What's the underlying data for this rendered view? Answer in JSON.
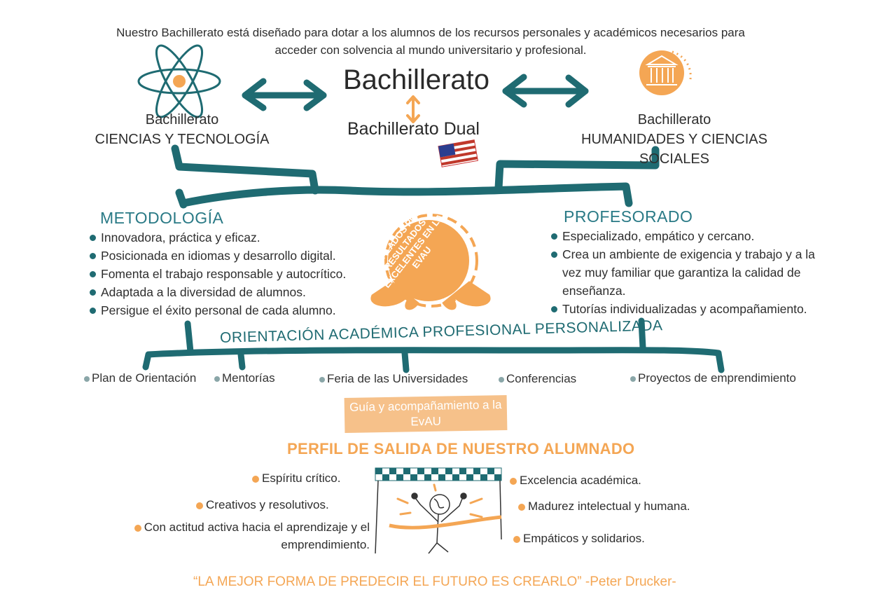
{
  "intro": "Nuestro Bachillerato está diseñado para dotar a los alumnos de los recursos personales y académicos necesarios para acceder con solvencia al mundo universitario y profesional.",
  "center": {
    "title": "Bachillerato",
    "dual": "Bachillerato Dual"
  },
  "left_branch": {
    "line1": "Bachillerato",
    "line2": "CIENCIAS Y TECNOLOGÍA"
  },
  "right_branch": {
    "line1": "Bachillerato",
    "line2": "HUMANIDADES Y CIENCIAS SOCIALES"
  },
  "metodologia": {
    "heading": "METODOLOGÍA",
    "items": [
      "Innovadora, práctica y eficaz.",
      "Posicionada en idiomas y desarrollo digital.",
      "Fomenta el trabajo responsable y autocrítico.",
      "Adaptada a la diversidad de alumnos.",
      "Persigue el éxito personal de cada alumno."
    ]
  },
  "badge": "AVALADOS POR RESULTADOS EXCELENTES EN LA EVAU",
  "profesorado": {
    "heading": "PROFESORADO",
    "items": [
      "Especializado, empático y cercano.",
      "Crea un ambiente de exigencia y trabajo y a la vez muy familiar que garantiza la calidad de enseñanza.",
      "Tutorías individualizadas y acompañamiento."
    ]
  },
  "orientacion": {
    "heading": "ORIENTACIÓN ACADÉMICA PROFESIONAL PERSONALIZADA",
    "items": [
      "Plan de Orientación",
      "Mentorías",
      "Feria de las Universidades",
      "Conferencias",
      "Proyectos de emprendimiento"
    ]
  },
  "guide": "Guía y acompañamiento a la EvAU",
  "perfil": {
    "heading": "PERFIL DE SALIDA DE NUESTRO ALUMNADO",
    "left": [
      "Espíritu crítico.",
      "Creativos y resolutivos.",
      "Con actitud  activa hacia el aprendizaje y el emprendimiento."
    ],
    "right": [
      "Excelencia académica.",
      "Madurez intelectual y humana.",
      "Empáticos y solidarios."
    ]
  },
  "quote": "“LA MEJOR FORMA DE PREDECIR EL FUTURO ES CREARLO” -Peter Drucker-",
  "colors": {
    "teal": "#1f6b72",
    "teal_text": "#2a7a86",
    "orange": "#f4a654",
    "light_orange": "#f6c18a"
  },
  "icons": [
    "atom-icon",
    "classical-building-icon",
    "usa-flag-icon",
    "badge-ribbon-icon",
    "finish-line-runner-icon"
  ]
}
